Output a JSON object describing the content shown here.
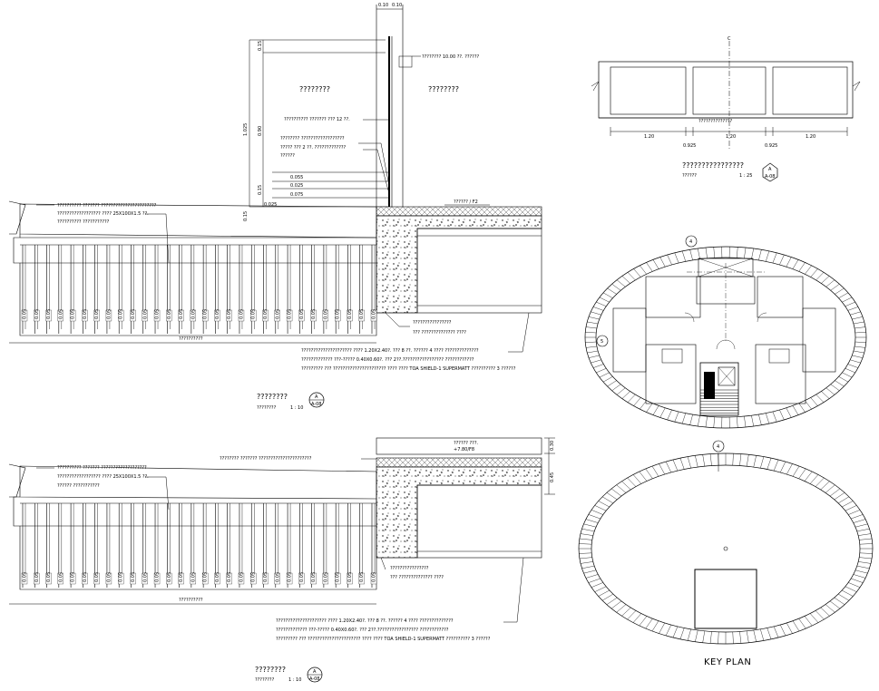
{
  "detail_top": {
    "room_left": "????????",
    "room_right": "????????",
    "note_right_top": "???????? 10.00 ??. ??????",
    "note_glass": "?????????? ??????? ??? 12 ??.",
    "note_frame_1": "???????? ??????????????????",
    "note_frame_2": "????? ??? 2 ??. ?????????????",
    "note_frame_3": "??????",
    "note_slab": "?????? / F2",
    "note_louver_1": "?????????? ??????? ???????????????????????",
    "note_louver_2": "?????????????????? ???? 25X100X1.5 ??.",
    "note_louver_3": "?????????? ???????????",
    "louver_tag": "0.05",
    "span_label": "??????????",
    "note_ceiling": "????????????????",
    "note_ceiling_2": "??? ?????????????? ????",
    "spec_line_1": "????????????????????? ???? 1.20X2.40?. ??? 8 ??. ?????? 4 ???? ??????????????",
    "spec_line_2": "????????????? ???-????? 0.40X0.60?. ??? 2??.????????????????? ????????????",
    "spec_line_3": "????????? ??? ?????????????????????? ???? ???? TOA SHIELD-1 SUPERMATT ?????????? 3 ??????",
    "title": "????????",
    "subtitle": "????????",
    "scale": "1 : 10",
    "tag_letter": "A",
    "tag_sheet": "A-08",
    "dims": {
      "d1": "0.10",
      "d2": "0.10",
      "d3": "1.025",
      "d4": "0.90",
      "d5": "0.15",
      "d6": "0.15",
      "d7": "0.055",
      "d8": "0.025",
      "d9": "0.075",
      "d10": "0.025"
    }
  },
  "elevation": {
    "note_center": "??????????????",
    "dim_1": "1.20",
    "dim_2": "0.925",
    "dim_3": "1.20",
    "dim_4": "0.925",
    "dim_5": "1.20",
    "axis_mark": "C",
    "title": "????????????????",
    "subtitle": "??????",
    "scale": "1 : 25",
    "tag_letter": "A",
    "tag_sheet": "A-08"
  },
  "detail_bottom": {
    "note_top": "???????? ??????? ??????????????????????",
    "note_level_1": "?????? ???.",
    "note_level_2": "+7.80/F8",
    "note_louver_1": "?????????? ??????? ???????????????????",
    "note_louver_2": "?????????????????? ???? 25X100X1.5 ??.",
    "note_louver_3": "?????? ???????????",
    "louver_tag": "0.05",
    "span_label": "??????????",
    "note_ceiling": "????????????????",
    "note_ceiling_2": "??? ?????????????? ????",
    "spec_line_1": "????????????????????? ???? 1.20X2.40?. ??? 8 ??. ?????? 4 ???? ??????????????",
    "spec_line_2": "????????????? ???-????? 0.40X0.60?. ??? 2??.????????????????? ????????????",
    "spec_line_3": "????????? ??? ?????????????????????? ???? ???? TOA SHIELD-1 SUPERMATT ?????????? 3 ??????",
    "dim_a": "0.30",
    "dim_b": "0.45",
    "title": "????????",
    "subtitle": "????????",
    "scale": "1 : 10",
    "tag_letter": "A",
    "tag_sheet": "A-08"
  },
  "plans": {
    "upper_tag": "4",
    "side_tag": "5",
    "lower_tag": "4",
    "key_plan_label": "KEY PLAN"
  }
}
